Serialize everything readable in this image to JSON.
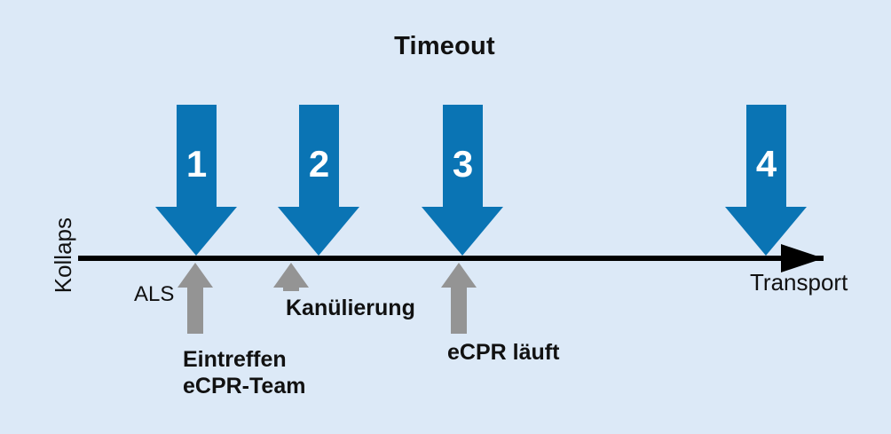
{
  "diagram": {
    "title": "Timeout",
    "background_color": "#dce9f7",
    "accent_blue": "#0a74b4",
    "accent_gray": "#949494",
    "axis_color": "#000000",
    "axis_start_label": "Kollaps",
    "axis_end_label": "Transport"
  },
  "phases": [
    {
      "number": "1"
    },
    {
      "number": "2"
    },
    {
      "number": "3"
    },
    {
      "number": "4"
    }
  ],
  "events": [
    {
      "label": "ALS"
    },
    {
      "label_line1": "Eintreffen",
      "label_line2": "eCPR-Team"
    },
    {
      "label": "Kanülierung"
    },
    {
      "label": "eCPR läuft"
    }
  ]
}
